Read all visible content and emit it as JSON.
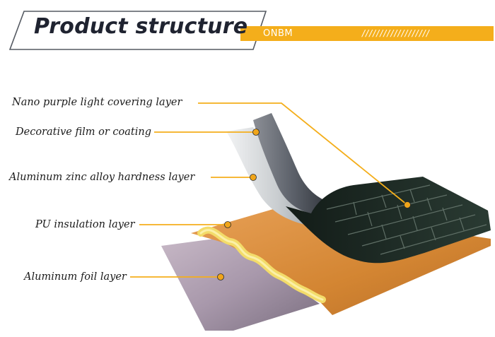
{
  "header": {
    "title": "Product structure",
    "brand": "ONBM",
    "hatch": "///////////////////"
  },
  "layers": [
    {
      "label": "Nano purple light covering layer"
    },
    {
      "label": "Decorative film or coating"
    },
    {
      "label": "Aluminum zinc alloy hardness layer"
    },
    {
      "label": "PU insulation layer"
    },
    {
      "label": "Aluminum foil layer"
    }
  ],
  "colors": {
    "accent": "#f4ae1b",
    "leader": "#f4ae1b",
    "dot": "#f0a51a",
    "title": "#1f2330",
    "top_surface": "#1f3028",
    "foam": "#d98a3a",
    "foil": "#b2a2b3"
  }
}
